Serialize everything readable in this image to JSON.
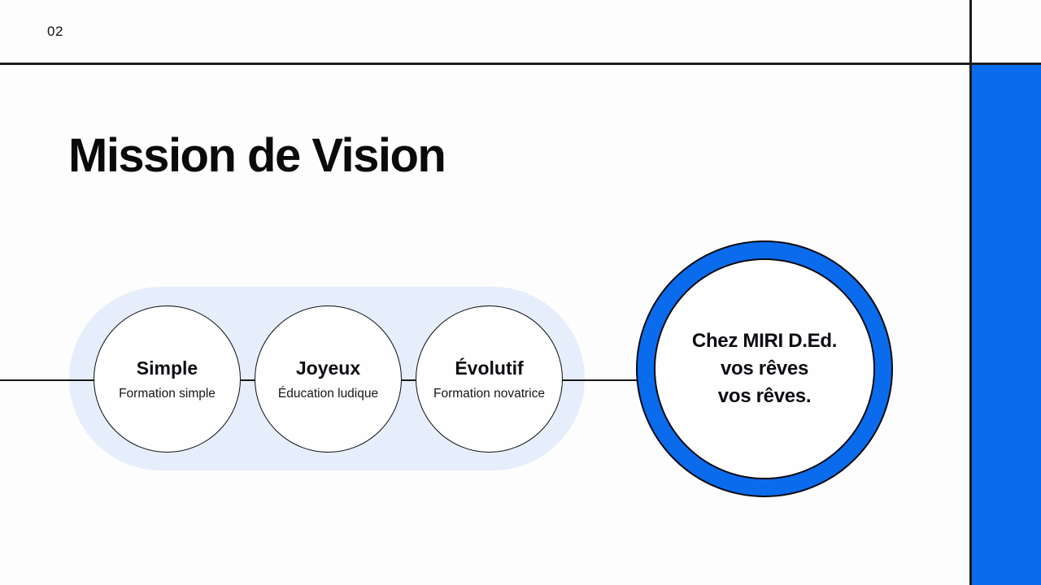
{
  "page": {
    "number": "02"
  },
  "header": {
    "title": "Mission de Vision"
  },
  "process": {
    "steps": [
      {
        "label": "Simple",
        "description": "Formation simple"
      },
      {
        "label": "Joyeux",
        "description": "Éducation ludique"
      },
      {
        "label": "Évolutif",
        "description": "Formation novatrice"
      }
    ]
  },
  "highlight": {
    "lines": [
      "Chez MIRI D.Ed.",
      "vos rêves",
      "vos rêves."
    ]
  },
  "colors": {
    "accent_blue": "#0a6cec",
    "pill_blue": "#e5eefa",
    "line_dark": "#1c1d21",
    "text_dark": "#0c0d12"
  }
}
